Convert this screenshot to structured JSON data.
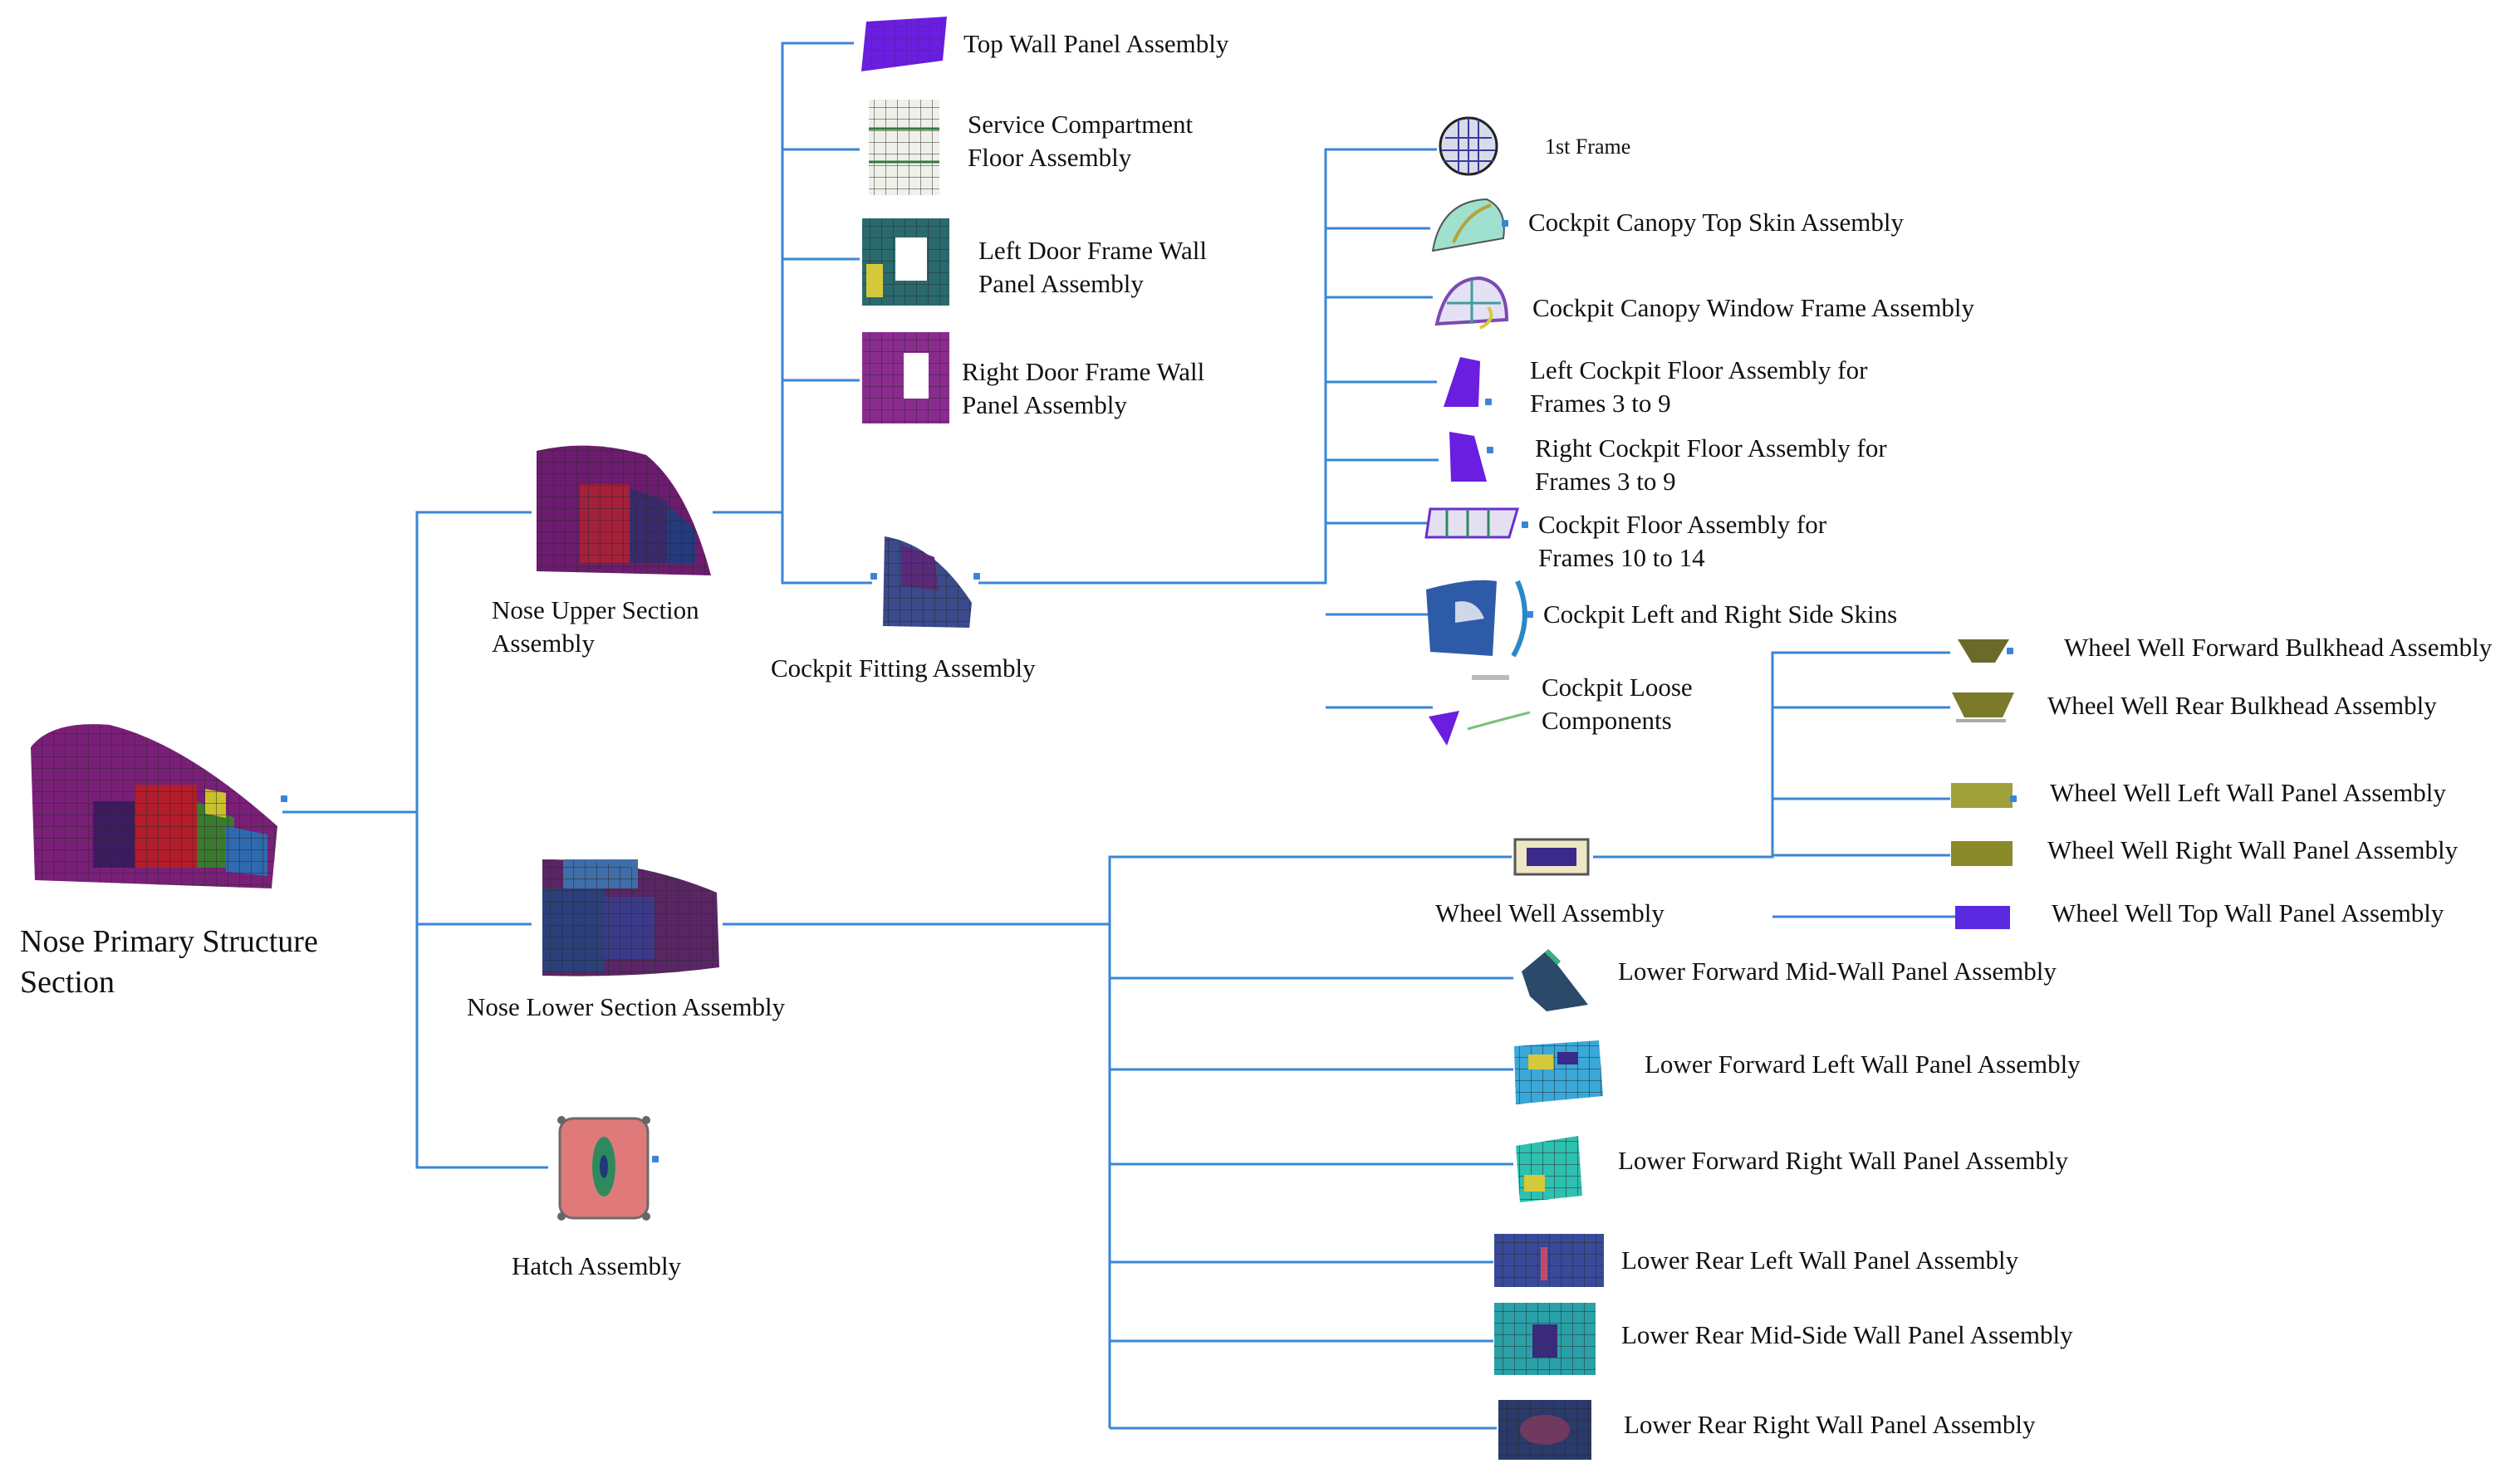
{
  "diagram": {
    "root": {
      "label": "Nose Primary Structure\nSection"
    },
    "nose_upper": {
      "label": "Nose Upper Section\nAssembly"
    },
    "nose_lower": {
      "label": "Nose Lower Section Assembly"
    },
    "hatch": {
      "label": "Hatch Assembly"
    },
    "top_wall": {
      "label": "Top Wall Panel Assembly"
    },
    "service_floor": {
      "label": "Service Compartment\nFloor Assembly"
    },
    "left_door": {
      "label": "Left Door Frame Wall\nPanel Assembly"
    },
    "right_door": {
      "label": "Right Door Frame Wall\nPanel Assembly"
    },
    "cockpit_fitting": {
      "label": "Cockpit Fitting Assembly"
    },
    "first_frame": {
      "label": "1st Frame"
    },
    "canopy_top": {
      "label": "Cockpit Canopy Top Skin Assembly"
    },
    "canopy_window": {
      "label": "Cockpit Canopy Window Frame Assembly"
    },
    "left_cockpit_floor": {
      "label": "Left Cockpit Floor Assembly for\n Frames 3 to 9"
    },
    "right_cockpit_floor": {
      "label": "Right Cockpit Floor Assembly for\nFrames 3 to 9"
    },
    "cockpit_floor_10_14": {
      "label": "Cockpit Floor Assembly for\nFrames 10 to 14"
    },
    "side_skins": {
      "label": "Cockpit Left and Right Side Skins"
    },
    "loose_components": {
      "label": "Cockpit Loose\nComponents"
    },
    "wheel_well": {
      "label": "Wheel Well Assembly"
    },
    "ww_fwd_bulkhead": {
      "label": "Wheel Well Forward Bulkhead Assembly"
    },
    "ww_rear_bulkhead": {
      "label": "Wheel Well Rear Bulkhead Assembly"
    },
    "ww_left_wall": {
      "label": "Wheel Well Left Wall Panel Assembly"
    },
    "ww_right_wall": {
      "label": "Wheel Well Right Wall Panel Assembly"
    },
    "ww_top_wall": {
      "label": "Wheel Well Top Wall Panel Assembly"
    },
    "lower_fwd_mid": {
      "label": "Lower Forward Mid-Wall Panel Assembly"
    },
    "lower_fwd_left": {
      "label": "Lower Forward Left Wall Panel Assembly"
    },
    "lower_fwd_right": {
      "label": "Lower Forward Right Wall Panel Assembly"
    },
    "lower_rear_left": {
      "label": "Lower Rear Left Wall Panel Assembly"
    },
    "lower_rear_mid": {
      "label": "Lower Rear Mid-Side Wall Panel Assembly"
    },
    "lower_rear_right": {
      "label": "Lower Rear Right Wall Panel Assembly"
    },
    "line_color": "#3a86d6"
  }
}
